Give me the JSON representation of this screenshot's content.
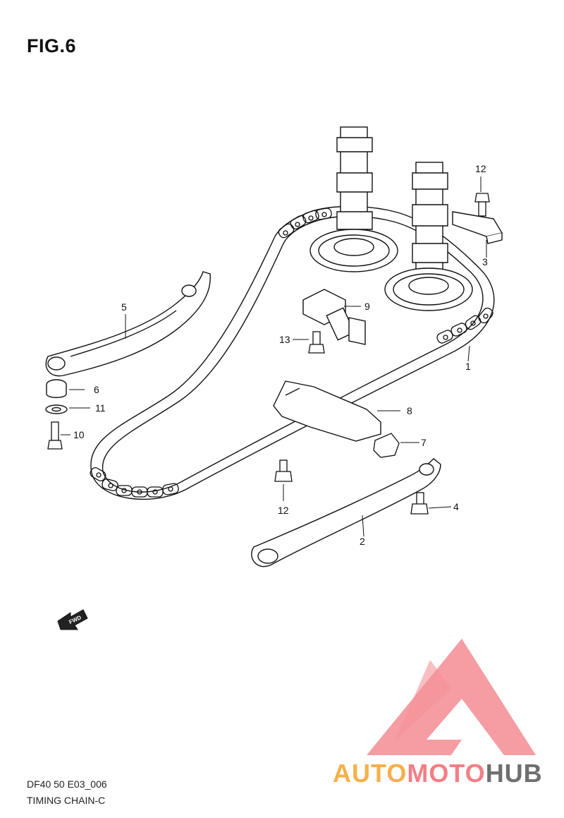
{
  "figure": {
    "title": "FIG.6",
    "code": "DF40 50 E03_006",
    "caption": "TIMING CHAIN-C"
  },
  "callouts": [
    {
      "id": "1",
      "label": "1"
    },
    {
      "id": "2",
      "label": "2"
    },
    {
      "id": "3",
      "label": "3"
    },
    {
      "id": "4",
      "label": "4"
    },
    {
      "id": "5",
      "label": "5"
    },
    {
      "id": "6",
      "label": "6"
    },
    {
      "id": "7",
      "label": "7"
    },
    {
      "id": "8",
      "label": "8"
    },
    {
      "id": "9",
      "label": "9"
    },
    {
      "id": "10",
      "label": "10"
    },
    {
      "id": "11",
      "label": "11"
    },
    {
      "id": "12a",
      "label": "12"
    },
    {
      "id": "12b",
      "label": "12"
    },
    {
      "id": "13",
      "label": "13"
    }
  ],
  "fwd_arrow": {
    "label": "FWD"
  },
  "watermark": {
    "part1": "AUTO",
    "part2": "MOTO",
    "part3": "HUB",
    "colors": {
      "auto": "#f6b04a",
      "moto": "#f27f86",
      "hub": "#6f6f6f",
      "triangle": "#f27f86"
    }
  }
}
